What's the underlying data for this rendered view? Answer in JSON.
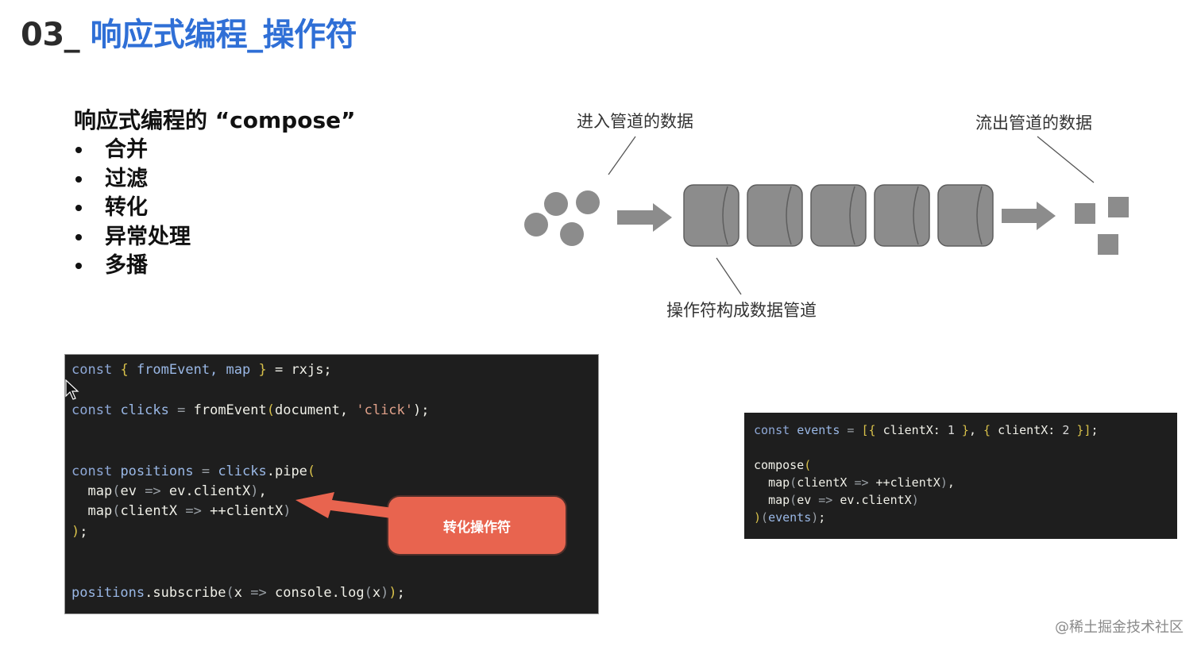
{
  "slide": {
    "title_number": "03_",
    "title_text": "响应式编程_操作符"
  },
  "compose_list": {
    "heading": "响应式编程的 “compose”",
    "items": [
      "合并",
      "过滤",
      "转化",
      "异常处理",
      "多播"
    ]
  },
  "diagram": {
    "label_input": "进入管道的数据",
    "label_output": "流出管道的数据",
    "label_pipeline": "操作符构成数据管道",
    "pipe_segment_count": 5
  },
  "code_main": {
    "line1": [
      "const",
      "{",
      "fromEvent,",
      "map",
      "}",
      "= rxjs;"
    ],
    "line2": [
      "const",
      "clicks",
      "=",
      "fromEvent",
      "(",
      "document,",
      "'click'",
      ");"
    ],
    "line3": [
      "const",
      "positions",
      "=",
      "clicks",
      ".pipe",
      "("
    ],
    "line4": [
      "map",
      "(",
      "ev",
      "=>",
      "ev.clientX",
      ")",
      ","
    ],
    "line5": [
      "map",
      "(",
      "clientX",
      "=>",
      "++clientX",
      ")"
    ],
    "line6": [
      ")",
      ";"
    ],
    "line7": [
      "positions",
      ".subscribe",
      "(",
      "x",
      "=>",
      "console.log",
      "(",
      "x",
      ")",
      ")",
      ";"
    ]
  },
  "callout": {
    "label": "转化操作符",
    "color": "#e8644f"
  },
  "code_side": {
    "line1": [
      "const",
      "events",
      "=",
      "[",
      "{",
      "clientX:",
      "1",
      "}",
      ",",
      "{",
      "clientX:",
      "2",
      "}",
      "]",
      ";"
    ],
    "line2": [
      "compose",
      "("
    ],
    "line3": [
      "map",
      "(",
      "clientX",
      "=>",
      "++clientX",
      ")",
      ","
    ],
    "line4": [
      "map",
      "(",
      "ev",
      "=>",
      "ev.clientX",
      ")"
    ],
    "line5": [
      ")",
      "(",
      "events",
      ")",
      ";"
    ]
  },
  "watermark": "@稀土掘金技术社区"
}
